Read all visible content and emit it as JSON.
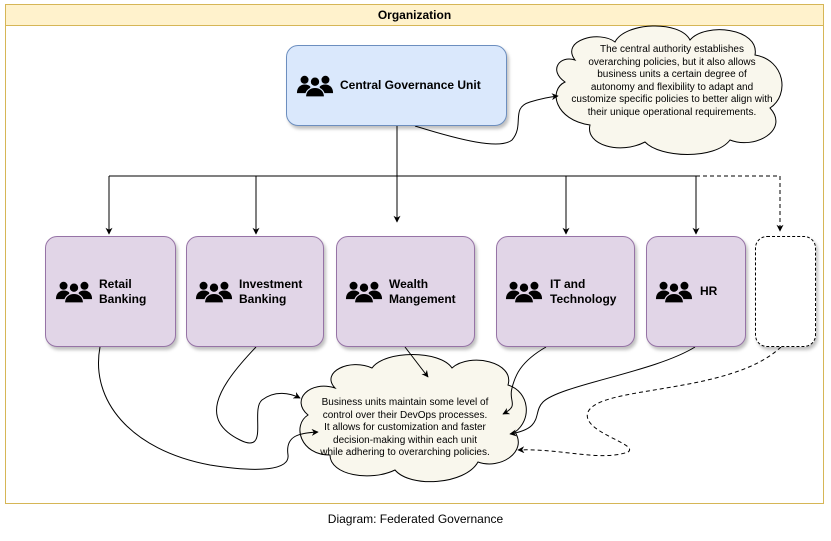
{
  "frame": {
    "title": "Organization"
  },
  "central": {
    "label": "Central Governance Unit",
    "icon": "people-icon"
  },
  "units": [
    {
      "id": "retail-banking",
      "label": "Retail\nBanking",
      "icon": "people-icon"
    },
    {
      "id": "investment-banking",
      "label": "Investment\nBanking",
      "icon": "people-icon"
    },
    {
      "id": "wealth-mangement",
      "label": "Wealth\nMangement",
      "icon": "people-icon"
    },
    {
      "id": "it-and-technology",
      "label": "IT and\nTechnology",
      "icon": "people-icon"
    },
    {
      "id": "hr",
      "label": "HR",
      "icon": "people-icon"
    }
  ],
  "notes": {
    "central": "The central authority establishes\noverarching policies, but it also allows\nbusiness units a certain degree of\nautonomy and flexibility to adapt and\ncustomize specific policies to better align with\ntheir unique operational requirements.",
    "units": "Business units maintain some level of\ncontrol over their DevOps processes.\nIt allows for customization and faster\ndecision-making within each unit\nwhile adhering to overarching policies."
  },
  "caption": "Diagram: Federated Governance",
  "colors": {
    "central_fill": "#dae8fc",
    "central_stroke": "#6c8ebf",
    "unit_fill": "#e1d5e7",
    "unit_stroke": "#9673a6",
    "cloud_fill": "#f9f7ed",
    "frame_header": "#fff2cc",
    "frame_stroke": "#d6b656"
  }
}
